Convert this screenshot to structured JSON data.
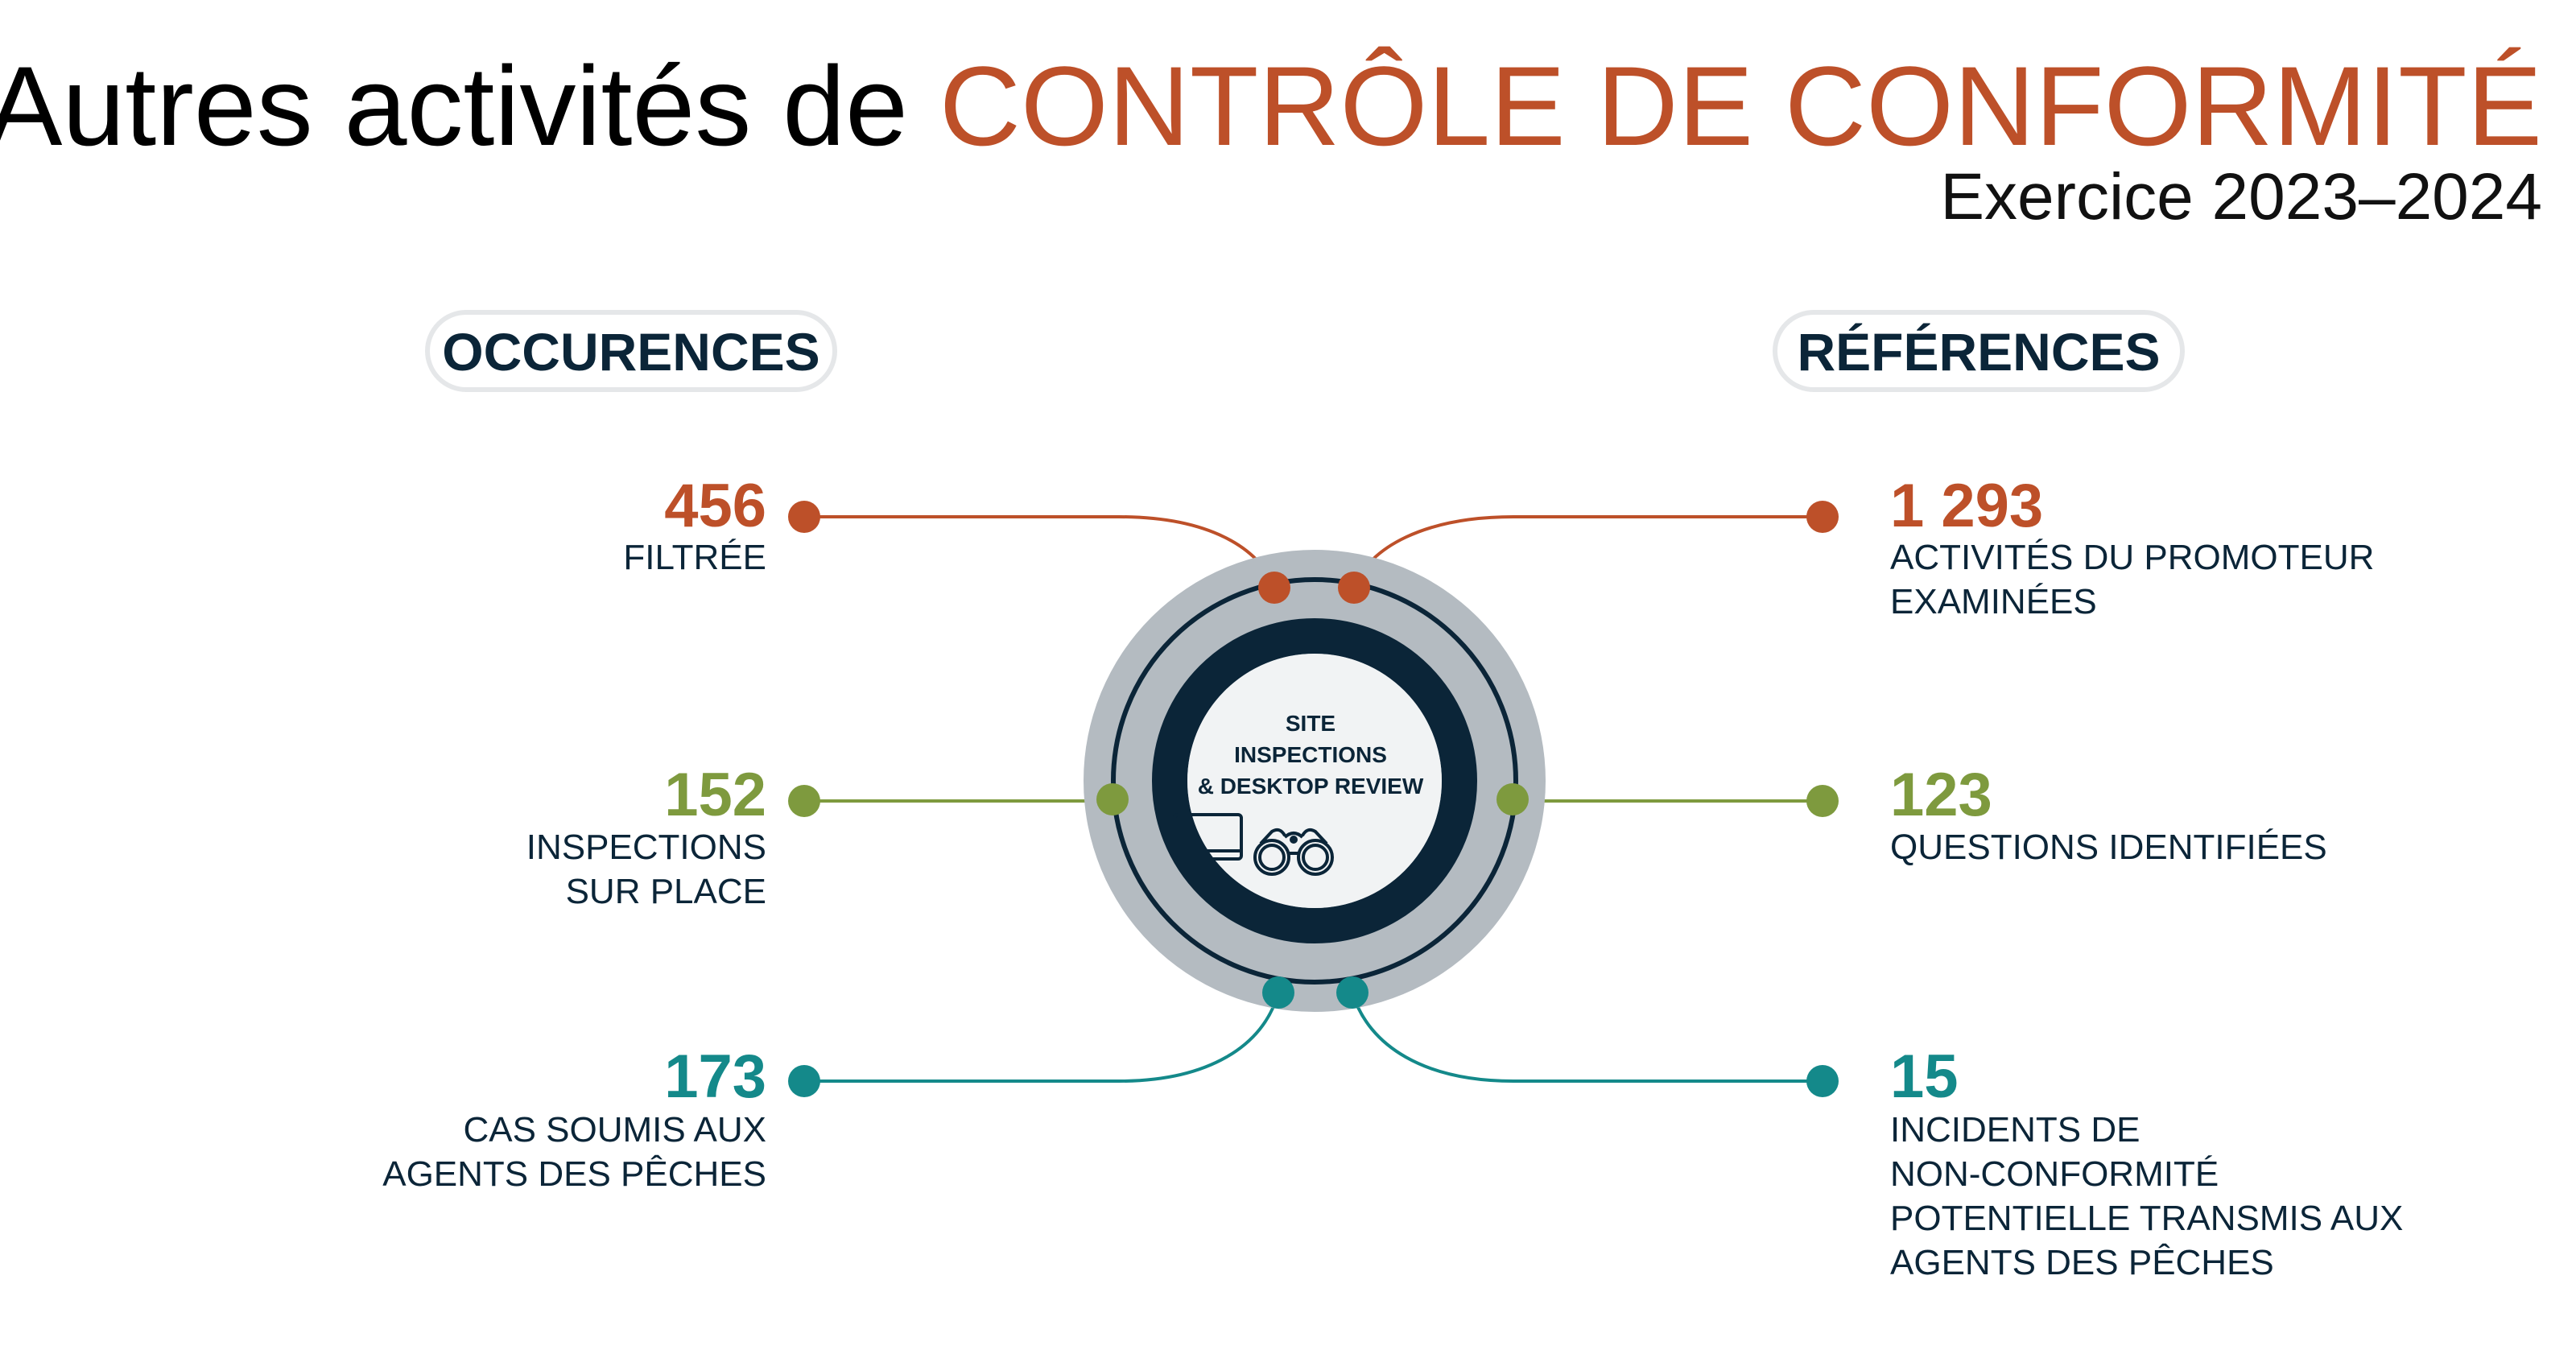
{
  "header": {
    "title_prefix": "Autres activités de ",
    "title_highlight": "CONTRÔLE DE CONFORMITÉ",
    "subtitle": "Exercice 2023–2024"
  },
  "columns": {
    "left_heading": "OCCURENCES",
    "right_heading": "RÉFÉRENCES"
  },
  "center": {
    "lines": [
      "SITE",
      "INSPECTIONS",
      "& DESKTOP REVIEW"
    ],
    "icons": [
      "monitor-icon",
      "binoculars-icon"
    ]
  },
  "left_items": [
    {
      "value": "456",
      "label": [
        "FILTRÉE"
      ],
      "color": "#BD5029"
    },
    {
      "value": "152",
      "label": [
        "INSPECTIONS",
        "SUR PLACE"
      ],
      "color": "#7E9A3E"
    },
    {
      "value": "173",
      "label": [
        "CAS SOUMIS AUX",
        "AGENTS DES PÊCHES"
      ],
      "color": "#14898A"
    }
  ],
  "right_items": [
    {
      "value": "1 293",
      "label": [
        "ACTIVITÉS DU PROMOTEUR",
        "EXAMINÉES"
      ],
      "color": "#BD5029"
    },
    {
      "value": "123",
      "label": [
        "QUESTIONS IDENTIFIÉES"
      ],
      "color": "#7E9A3E"
    },
    {
      "value": "15",
      "label": [
        "INCIDENTS DE",
        "NON-CONFORMITÉ",
        "POTENTIELLE TRANSMIS AUX",
        "AGENTS DES PÊCHES"
      ],
      "color": "#14898A"
    }
  ],
  "colors": {
    "orange": "#BD5029",
    "green": "#7E9A3E",
    "teal": "#14898A",
    "navy": "#0B2538",
    "gray": "#B4BBC1"
  }
}
